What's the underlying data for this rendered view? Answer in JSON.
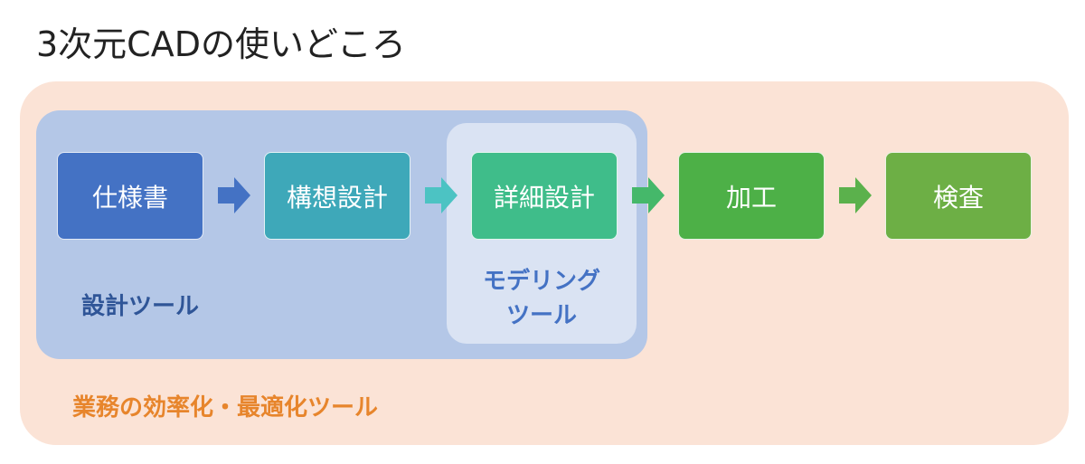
{
  "title": "3次元CADの使いどころ",
  "regions": {
    "outer": {
      "label": "業務の効率化・最適化ツール",
      "bg": "#fbe3d6",
      "text_color": "#e7852c"
    },
    "design": {
      "label": "設計ツール",
      "bg": "#b4c7e7",
      "text_color": "#2f5597"
    },
    "modeling": {
      "label_line1": "モデリング",
      "label_line2": "ツール",
      "bg": "#dae3f3",
      "text_color": "#4472c4"
    }
  },
  "steps": [
    {
      "label": "仕様書",
      "color": "#4472c4"
    },
    {
      "label": "構想設計",
      "color": "#3ea8b9"
    },
    {
      "label": "詳細設計",
      "color": "#3fbd8a"
    },
    {
      "label": "加工",
      "color": "#4db047"
    },
    {
      "label": "検査",
      "color": "#6daf45"
    }
  ],
  "arrows": [
    {
      "color": "#4472c4"
    },
    {
      "color": "#4cc3c3"
    },
    {
      "color": "#45b86a"
    },
    {
      "color": "#5bb14c"
    }
  ]
}
